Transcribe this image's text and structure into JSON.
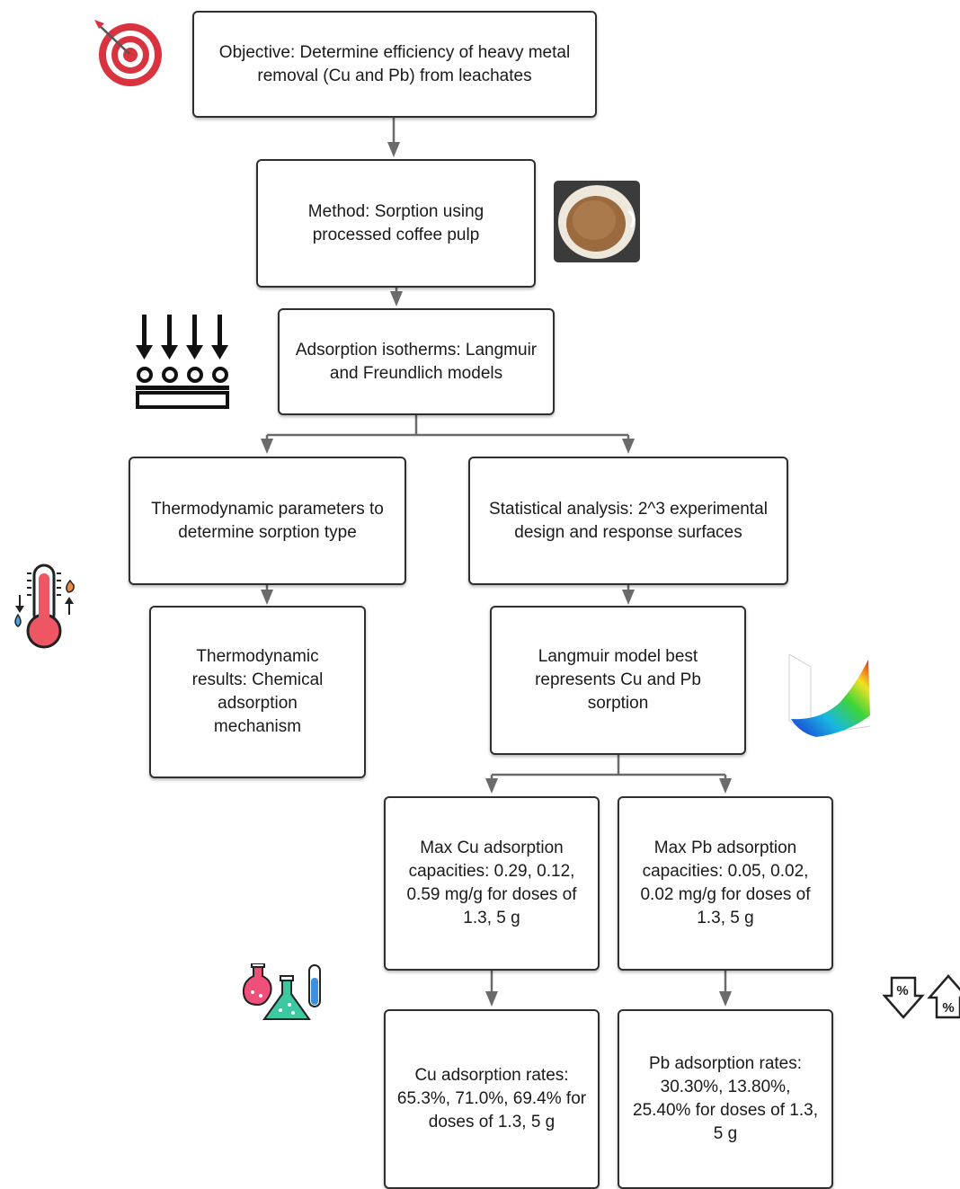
{
  "nodes": {
    "objective": "Objective: Determine efficiency of heavy metal removal (Cu and Pb) from leachates",
    "method": "Method: Sorption using processed coffee pulp",
    "isotherms": "Adsorption isotherms: Langmuir and Freundlich models",
    "thermo_params": "Thermodynamic parameters to determine sorption type",
    "stat_analysis": "Statistical analysis: 2^3 experimental design and response surfaces",
    "thermo_results": "Thermodynamic results: Chemical adsorption mechanism",
    "langmuir_best": "Langmuir model best represents Cu and Pb sorption",
    "max_cu": "Max Cu adsorption capacities: 0.29, 0.12, 0.59 mg/g for doses of 1.3, 5 g",
    "max_pb": "Max Pb adsorption capacities: 0.05, 0.02, 0.02 mg/g for doses of 1.3, 5 g",
    "cu_rates": "Cu adsorption rates: 65.3%, 71.0%, 69.4% for doses of 1.3, 5 g",
    "pb_rates": "Pb adsorption rates: 30.30%, 13.80%, 25.40% for doses of 1.3, 5 g"
  },
  "icons": {
    "objective": "target-icon",
    "method": "coffee-pulp-bowl-icon",
    "isotherms": "adsorption-arrows-icon",
    "thermo": "thermometer-icon",
    "surface": "response-surface-plot-icon",
    "lab": "lab-flasks-icon",
    "percent": "percent-down-up-icon"
  },
  "colors": {
    "box_border": "#2f2f2f",
    "connector": "#6b6b6b",
    "target_red": "#d9333f",
    "thermo_red": "#ef5664",
    "flask_pink": "#f04f7c",
    "flask_green": "#3cc9a2",
    "tube_blue": "#3d8fe0"
  }
}
